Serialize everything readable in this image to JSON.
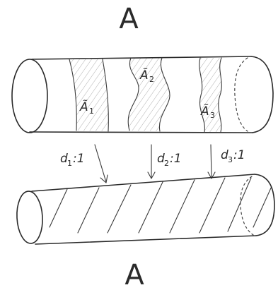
{
  "diagram": {
    "top_label": "A",
    "bottom_label": "A",
    "sheets": [
      {
        "letter": "Ã",
        "index": "1"
      },
      {
        "letter": "Ã",
        "index": "2"
      },
      {
        "letter": "Ã",
        "index": "3"
      }
    ],
    "maps": [
      {
        "name": "d",
        "index": "1",
        "degree": ":1"
      },
      {
        "name": "d",
        "index": "2",
        "degree": ":1"
      },
      {
        "name": "d",
        "index": "3",
        "degree": ":1"
      }
    ]
  }
}
